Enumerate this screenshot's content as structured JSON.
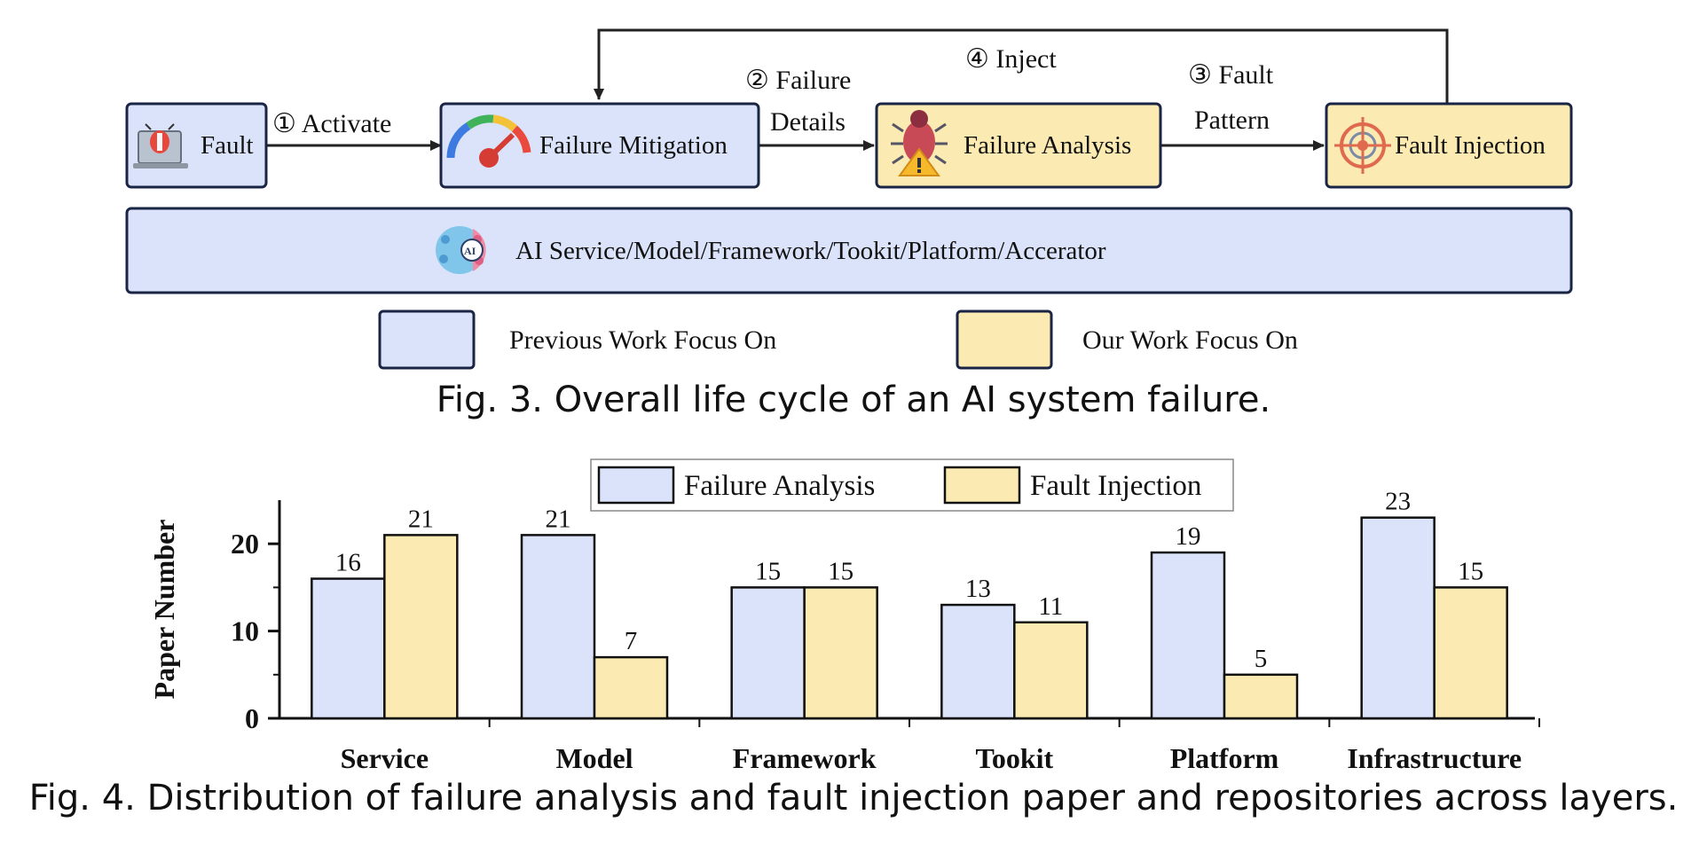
{
  "fig3": {
    "boxes": {
      "fault": "Fault",
      "mitigation": "Failure Mitigation",
      "analysis": "Failure Analysis",
      "injection": "Fault Injection",
      "platform": "AI Service/Model/Framework/Tookit/Platform/Accerator"
    },
    "arrows": {
      "activate": "① Activate",
      "details_1": "② Failure",
      "details_2": "Details",
      "inject": "④ Inject",
      "pattern_1": "③ Fault",
      "pattern_2": "Pattern"
    },
    "legend": {
      "previous": "Previous Work Focus On",
      "ours": "Our Work Focus On"
    },
    "caption": "Fig. 3.  Overall life cycle of an AI system failure.",
    "colors": {
      "previous": "#dae3fa",
      "ours": "#fbeab1",
      "border": "#1a2444"
    },
    "icons": [
      "fault-laptop-icon",
      "speedometer-icon",
      "bug-warning-icon",
      "target-icon",
      "ai-brain-icon"
    ]
  },
  "fig4": {
    "caption": "Fig. 4.  Distribution of failure analysis and fault injection paper and repositories across layers."
  },
  "chart_data": {
    "type": "bar",
    "categories": [
      "Service",
      "Model",
      "Framework",
      "Tookit",
      "Platform",
      "Infrastructure"
    ],
    "series": [
      {
        "name": "Failure Analysis",
        "values": [
          16,
          21,
          15,
          13,
          19,
          23
        ],
        "color": "#dae3fa"
      },
      {
        "name": "Fault Injection",
        "values": [
          21,
          7,
          15,
          11,
          5,
          15
        ],
        "color": "#fbeab1"
      }
    ],
    "ylabel": "Paper Number",
    "yticks": [
      0,
      10,
      20
    ],
    "ylim": [
      0,
      25
    ],
    "legend": "top-center",
    "grid": false
  }
}
